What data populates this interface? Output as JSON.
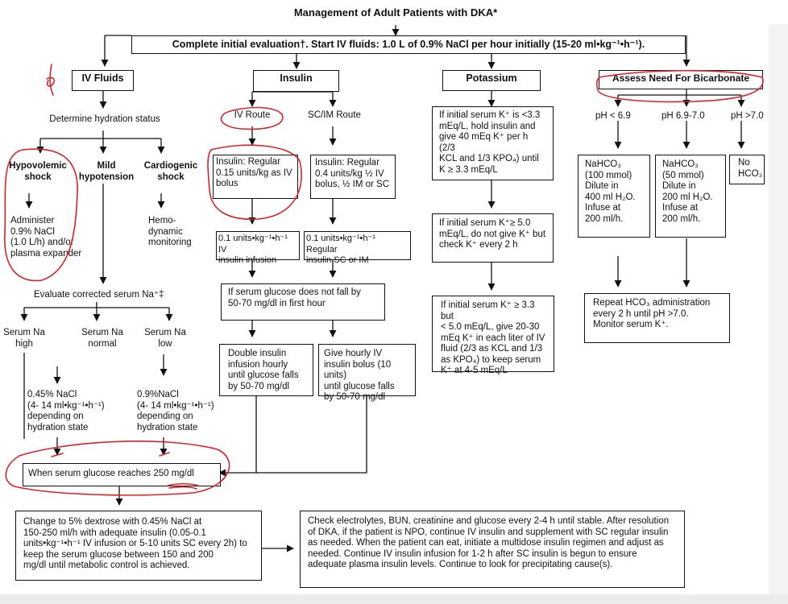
{
  "title": "Management of Adult Patients with DKA*",
  "initial_eval": "Complete initial evaluation†. Start IV fluids: 1.0 L of 0.9% NaCl per hour initially (15-20 ml•kg⁻¹•h⁻¹).",
  "headers": {
    "iv_fluids": "IV Fluids",
    "insulin": "Insulin",
    "potassium": "Potassium",
    "bicarbonate": "Assess Need For Bicarbonate"
  },
  "fluids": {
    "hydration": "Determine hydration status",
    "hypovolemic": "Hypovolemic\nshock",
    "mild": "Mild\nhypotension",
    "cardiogenic": "Cardiogenic\nshock",
    "administer": "Administer\n0.9% NaCl\n(1.0 L/h) and/or\nplasma expander",
    "hemo": "Hemo-\ndynamic\nmonitoring",
    "evaluate": "Evaluate corrected serum Na⁺‡",
    "na_high": "Serum Na\nhigh",
    "na_normal": "Serum Na\nnormal",
    "na_low": "Serum Na\nlow",
    "half_nacl": "0.45% NaCl\n(4- 14 ml•kg⁻¹•h⁻¹)\ndepending on\nhydration state",
    "full_nacl": "0.9%NaCl\n(4- 14 ml•kg⁻¹•h⁻¹)\ndepending on\nhydration state"
  },
  "insulin": {
    "iv_route": "IV Route",
    "sc_route": "SC/IM Route",
    "iv_bolus": "Insulin: Regular\n0.15 units/kg as IV\nbolus",
    "sc_dose": "Insulin: Regular\n0.4 units/kg ½ IV\nbolus, ½ IM or SC",
    "iv_infusion": "0.1 units•kg⁻¹•h⁻¹ IV\ninsulin infusion",
    "sc_regular": "0.1 units•kg⁻¹•h⁻¹ Regular\ninsulin SC or IM",
    "no_fall": "If serum glucose does not fall by\n50-70 mg/dl in first hour",
    "double": "Double insulin\ninfusion hourly\nuntil glucose falls\nby 50-70 mg/dl",
    "hourly": "Give hourly IV\ninsulin bolus (10 units)\nuntil glucose falls\nby 50-70 mg/dl"
  },
  "potassium": {
    "k_low": "If initial serum K⁺ is <3.3\nmEq/L, hold insulin and\ngive 40 mEq K⁺ per h (2/3\nKCL and 1/3 KPO₄) until\nK ≥ 3.3 mEq/L",
    "k_high": "If initial serum K⁺≥ 5.0\nmEq/L, do not give K⁺ but\ncheck K⁺ every 2 h",
    "k_mid": "If initial serum K⁺ ≥ 3.3 but\n< 5.0 mEq/L, give 20-30\nmEq K⁺ in each liter of IV\nfluid (2/3 as KCL and 1/3\nas KPO₄) to keep serum\nK⁺ at 4-5 mEq/L"
  },
  "bicarb": {
    "ph_lt": "pH < 6.9",
    "ph_mid": "pH 6.9-7.0",
    "ph_gt": "pH >7.0",
    "nahco3_100": "NaHCO₃\n(100 mmol)\nDilute in\n400 ml H₂O.\nInfuse at\n200 ml/h.",
    "nahco3_50": "NaHCO₃\n(50 mmol)\nDilute in\n200 ml H₂O.\nInfuse at\n200 ml/h.",
    "no_hco3": "No\nHCO₃",
    "repeat": "Repeat HCO₃ administration\nevery 2 h until pH >7.0.\nMonitor serum K⁺."
  },
  "glucose_250": "When serum glucose reaches 250 mg/dl",
  "dextrose": "Change to 5% dextrose with 0.45% NaCl at\n150-250 ml/h with adequate insulin (0.05-0.1\nunits•kg⁻¹•h⁻¹ IV infusion or 5-10 units SC every 2h) to\nkeep the serum glucose between 150 and 200\nmg/dl until metabolic control is achieved.",
  "electrolytes": "Check electrolytes, BUN, creatinine and glucose every 2-4 h until stable. After resolution of DKA, if the patient is NPO, continue IV insulin and supplement with SC regular insulin as needed.  When the patient can eat, initiate a multidose insulin regimen and adjust as needed.  Continue IV insulin infusion for 1-2 h after SC insulin is begun to ensure adequate plasma insulin levels.  Continue to look for precipitating cause(s).",
  "colors": {
    "annotation": "#d9232a",
    "line": "#111111"
  }
}
